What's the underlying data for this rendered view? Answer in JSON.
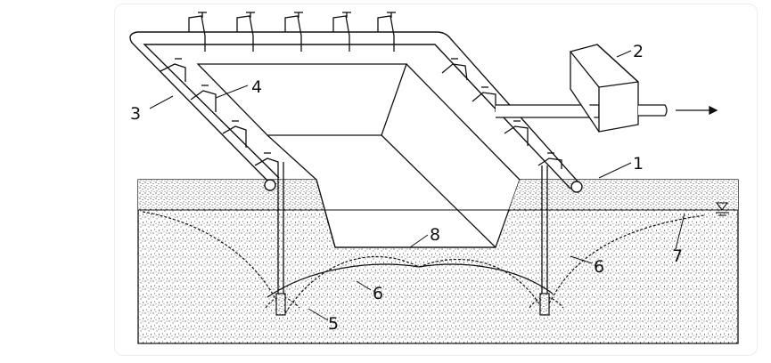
{
  "diagram": {
    "labels": {
      "ground_surface": "1",
      "pump_unit": "2",
      "header_pipe": "3",
      "riser_connector": "4",
      "wellpoint_filter": "5",
      "drawdown_curve": "6",
      "original_water_table": "7",
      "pit_bottom": "8"
    },
    "colors": {
      "line": "#111111",
      "soil_dot": "#222222",
      "background": "#ffffff"
    }
  }
}
